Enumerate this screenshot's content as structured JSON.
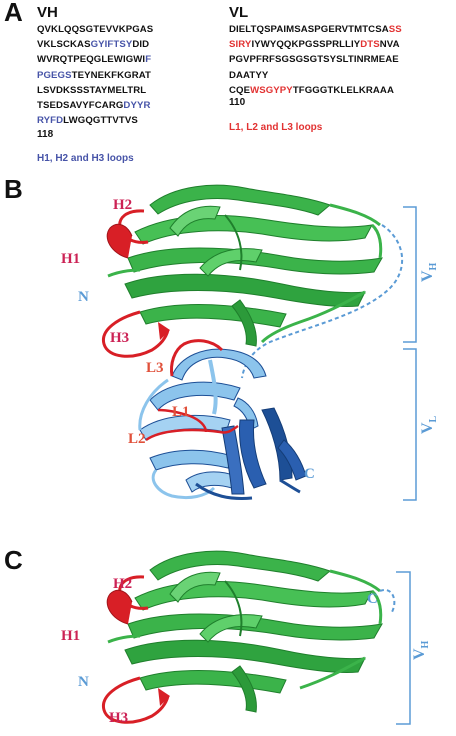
{
  "panel_a": {
    "letter": "A",
    "vh": {
      "title": "VH",
      "lines": [
        [
          {
            "t": "QVKLQQSGTEVVKPGAS",
            "c": "k"
          }
        ],
        [
          {
            "t": "VKLSCKAS",
            "c": "k"
          },
          {
            "t": "GYIFTSY",
            "c": "b"
          },
          {
            "t": "DID",
            "c": "k"
          }
        ],
        [
          {
            "t": "WVRQTPEQGLEWIGWI",
            "c": "k"
          },
          {
            "t": "F",
            "c": "b"
          }
        ],
        [
          {
            "t": "PGEGS",
            "c": "b"
          },
          {
            "t": "TEYNEKFKGRAT",
            "c": "k"
          }
        ],
        [
          {
            "t": "LSVDKSSSTAYMELTRL",
            "c": "k"
          }
        ],
        [
          {
            "t": "TSEDSAVYFCARG",
            "c": "k"
          },
          {
            "t": "DYYR",
            "c": "b"
          }
        ],
        [
          {
            "t": "RYFD",
            "c": "b"
          },
          {
            "t": "LWGQGTTVTVS",
            "c": "k"
          }
        ]
      ],
      "length": "118",
      "loops_label": "H1, H2 and H3 loops"
    },
    "vl": {
      "title": "VL",
      "lines": [
        [
          {
            "t": "DIELTQSPAIMSASPGERVTMTCSA",
            "c": "k"
          },
          {
            "t": "SS",
            "c": "r"
          }
        ],
        [
          {
            "t": "SIRY",
            "c": "r"
          },
          {
            "t": "IYWYQQKPGSSPRLLIY",
            "c": "k"
          },
          {
            "t": "DTS",
            "c": "r"
          },
          {
            "t": "NVA",
            "c": "k"
          }
        ],
        [
          {
            "t": "PGVPFRFSGSGSGTSYSLTINRMEAE",
            "c": "k"
          }
        ],
        [
          {
            "t": "DAATYY",
            "c": "k"
          }
        ],
        [
          {
            "t": "CQE",
            "c": "k"
          },
          {
            "t": "WSGYPY",
            "c": "r"
          },
          {
            "t": "TFGGGTKLELKRAAA",
            "c": "k"
          }
        ]
      ],
      "length": "110",
      "loops_label": "L1, L2 and L3 loops"
    }
  },
  "panel_b": {
    "letter": "B",
    "labels": {
      "h1": "H1",
      "h2": "H2",
      "h3": "H3",
      "n": "N",
      "l1": "L1",
      "l2": "L2",
      "l3": "L3",
      "c": "C"
    },
    "domains": {
      "vh_main": "V",
      "vh_sub": "H",
      "vl_main": "V",
      "vl_sub": "L"
    }
  },
  "panel_c": {
    "letter": "C",
    "labels": {
      "h1": "H1",
      "h2": "H2",
      "h3": "H3",
      "n": "N",
      "c": "C"
    },
    "domains": {
      "vh_main": "V",
      "vh_sub": "H"
    }
  },
  "colors": {
    "vh_ribbon": "#3bb34a",
    "vh_ribbon_dark": "#1f7f2c",
    "vl_ribbon": "#8cc4ec",
    "vl_ribbon_dark": "#1d4f96",
    "h_loop_labels": "#cc2255",
    "l_loop_labels": "#e0503a",
    "cdr_red": "#d81f26",
    "domain_bracket": "#5b9bd5",
    "seq_blue": "#4754a8",
    "seq_red": "#e23232"
  }
}
